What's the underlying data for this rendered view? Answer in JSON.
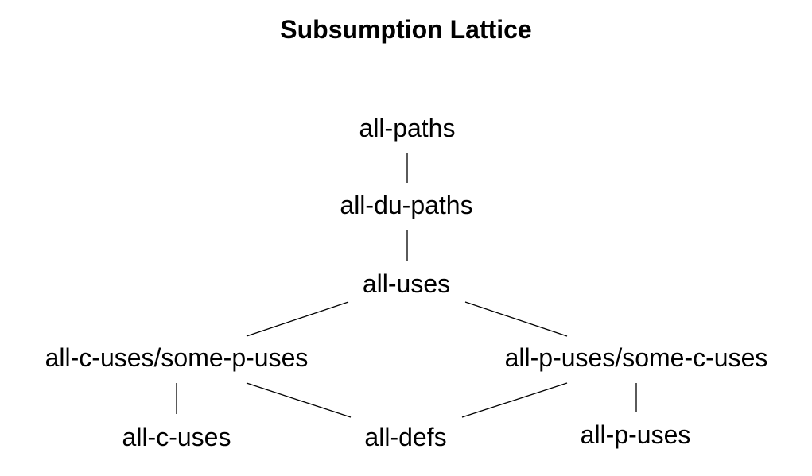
{
  "title": "Subsumption Lattice",
  "nodes": {
    "all_paths": "all-paths",
    "all_du_paths": "all-du-paths",
    "all_uses": "all-uses",
    "all_c_uses_some_p_uses": "all-c-uses/some-p-uses",
    "all_p_uses_some_c_uses": "all-p-uses/some-c-uses",
    "all_c_uses": "all-c-uses",
    "all_defs": "all-defs",
    "all_p_uses": "all-p-uses"
  },
  "edges": [
    [
      "all-paths",
      "all-du-paths"
    ],
    [
      "all-du-paths",
      "all-uses"
    ],
    [
      "all-uses",
      "all-c-uses/some-p-uses"
    ],
    [
      "all-uses",
      "all-p-uses/some-c-uses"
    ],
    [
      "all-c-uses/some-p-uses",
      "all-c-uses"
    ],
    [
      "all-c-uses/some-p-uses",
      "all-defs"
    ],
    [
      "all-p-uses/some-c-uses",
      "all-defs"
    ],
    [
      "all-p-uses/some-c-uses",
      "all-p-uses"
    ]
  ]
}
